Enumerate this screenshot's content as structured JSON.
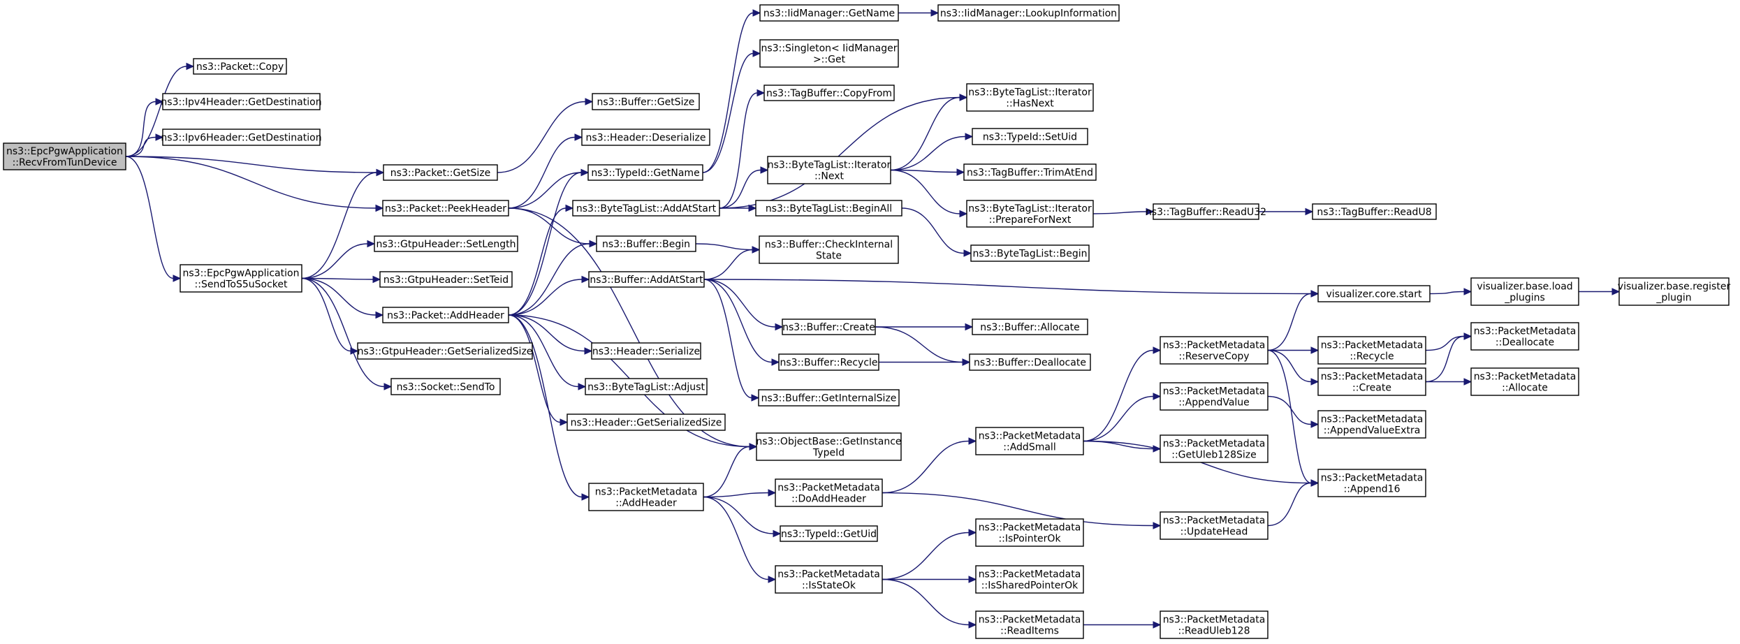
{
  "diagram": {
    "type": "call-graph",
    "root_id": "recv",
    "nodes": [
      {
        "id": "recv",
        "lines": [
          "ns3::EpcPgwApplication",
          "::RecvFromTunDevice"
        ]
      },
      {
        "id": "copy",
        "lines": [
          "ns3::Packet::Copy"
        ]
      },
      {
        "id": "ipv4dest",
        "lines": [
          "ns3::Ipv4Header::GetDestination"
        ]
      },
      {
        "id": "ipv6dest",
        "lines": [
          "ns3::Ipv6Header::GetDestination"
        ]
      },
      {
        "id": "pktsize",
        "lines": [
          "ns3::Packet::GetSize"
        ]
      },
      {
        "id": "peek",
        "lines": [
          "ns3::Packet::PeekHeader"
        ]
      },
      {
        "id": "sendto5u",
        "lines": [
          "ns3::EpcPgwApplication",
          "::SendToS5uSocket"
        ]
      },
      {
        "id": "setlen",
        "lines": [
          "ns3::GtpuHeader::SetLength"
        ]
      },
      {
        "id": "setteid",
        "lines": [
          "ns3::GtpuHeader::SetTeid"
        ]
      },
      {
        "id": "addhdr",
        "lines": [
          "ns3::Packet::AddHeader"
        ]
      },
      {
        "id": "gtpuser",
        "lines": [
          "ns3::GtpuHeader::GetSerializedSize"
        ]
      },
      {
        "id": "sockto",
        "lines": [
          "ns3::Socket::SendTo"
        ]
      },
      {
        "id": "bufsize",
        "lines": [
          "ns3::Buffer::GetSize"
        ]
      },
      {
        "id": "hdrdes",
        "lines": [
          "ns3::Header::Deserialize"
        ]
      },
      {
        "id": "tidname",
        "lines": [
          "ns3::TypeId::GetName"
        ]
      },
      {
        "id": "btladd",
        "lines": [
          "ns3::ByteTagList::AddAtStart"
        ]
      },
      {
        "id": "bufbegin",
        "lines": [
          "ns3::Buffer::Begin"
        ]
      },
      {
        "id": "bufadd",
        "lines": [
          "ns3::Buffer::AddAtStart"
        ]
      },
      {
        "id": "hdrser",
        "lines": [
          "ns3::Header::Serialize"
        ]
      },
      {
        "id": "btladj",
        "lines": [
          "ns3::ByteTagList::Adjust"
        ]
      },
      {
        "id": "hdrsz",
        "lines": [
          "ns3::Header::GetSerializedSize"
        ]
      },
      {
        "id": "pmaddh",
        "lines": [
          "ns3::PacketMetadata",
          "::AddHeader"
        ]
      },
      {
        "id": "iidname",
        "lines": [
          "ns3::IidManager::GetName"
        ]
      },
      {
        "id": "singget",
        "lines": [
          "ns3::Singleton< IidManager",
          " >::Get"
        ]
      },
      {
        "id": "tbcopy",
        "lines": [
          "ns3::TagBuffer::CopyFrom"
        ]
      },
      {
        "id": "btlnext",
        "lines": [
          "ns3::ByteTagList::Iterator",
          "::Next"
        ]
      },
      {
        "id": "btlbeginall",
        "lines": [
          "ns3::ByteTagList::BeginAll"
        ]
      },
      {
        "id": "bufcheck",
        "lines": [
          "ns3::Buffer::CheckInternal",
          "State"
        ]
      },
      {
        "id": "bufcreate",
        "lines": [
          "ns3::Buffer::Create"
        ]
      },
      {
        "id": "bufrecycle",
        "lines": [
          "ns3::Buffer::Recycle"
        ]
      },
      {
        "id": "bufintsz",
        "lines": [
          "ns3::Buffer::GetInternalSize"
        ]
      },
      {
        "id": "objtid",
        "lines": [
          "ns3::ObjectBase::GetInstance",
          "TypeId"
        ]
      },
      {
        "id": "pmdoadd",
        "lines": [
          "ns3::PacketMetadata",
          "::DoAddHeader"
        ]
      },
      {
        "id": "tiduid",
        "lines": [
          "ns3::TypeId::GetUid"
        ]
      },
      {
        "id": "pmstate",
        "lines": [
          "ns3::PacketMetadata",
          "::IsStateOk"
        ]
      },
      {
        "id": "iidlookup",
        "lines": [
          "ns3::IidManager::LookupInformation"
        ]
      },
      {
        "id": "btlhasnext",
        "lines": [
          "ns3::ByteTagList::Iterator",
          "::HasNext"
        ]
      },
      {
        "id": "tidsetuid",
        "lines": [
          "ns3::TypeId::SetUid"
        ]
      },
      {
        "id": "tbtrim",
        "lines": [
          "ns3::TagBuffer::TrimAtEnd"
        ]
      },
      {
        "id": "btlprep",
        "lines": [
          "ns3::ByteTagList::Iterator",
          "::PrepareForNext"
        ]
      },
      {
        "id": "btlbegin",
        "lines": [
          "ns3::ByteTagList::Begin"
        ]
      },
      {
        "id": "bufalloc",
        "lines": [
          "ns3::Buffer::Allocate"
        ]
      },
      {
        "id": "bufdealloc",
        "lines": [
          "ns3::Buffer::Deallocate"
        ]
      },
      {
        "id": "pmaddsmall",
        "lines": [
          "ns3::PacketMetadata",
          "::AddSmall"
        ]
      },
      {
        "id": "pmisptr",
        "lines": [
          "ns3::PacketMetadata",
          "::IsPointerOk"
        ]
      },
      {
        "id": "pmisshared",
        "lines": [
          "ns3::PacketMetadata",
          "::IsSharedPointerOk"
        ]
      },
      {
        "id": "pmreaditems",
        "lines": [
          "ns3::PacketMetadata",
          "::ReadItems"
        ]
      },
      {
        "id": "tbreadu32",
        "lines": [
          "ns3::TagBuffer::ReadU32"
        ]
      },
      {
        "id": "pmreserve",
        "lines": [
          "ns3::PacketMetadata",
          "::ReserveCopy"
        ]
      },
      {
        "id": "pmappval",
        "lines": [
          "ns3::PacketMetadata",
          "::AppendValue"
        ]
      },
      {
        "id": "pmuleb",
        "lines": [
          "ns3::PacketMetadata",
          "::GetUleb128Size"
        ]
      },
      {
        "id": "pmupdate",
        "lines": [
          "ns3::PacketMetadata",
          "::UpdateHead"
        ]
      },
      {
        "id": "pmreadul",
        "lines": [
          "ns3::PacketMetadata",
          "::ReadUleb128"
        ]
      },
      {
        "id": "tbreadu8",
        "lines": [
          "ns3::TagBuffer::ReadU8"
        ]
      },
      {
        "id": "viscore",
        "lines": [
          "visualizer.core.start"
        ]
      },
      {
        "id": "pmrecycle",
        "lines": [
          "ns3::PacketMetadata",
          "::Recycle"
        ]
      },
      {
        "id": "pmcreate",
        "lines": [
          "ns3::PacketMetadata",
          "::Create"
        ]
      },
      {
        "id": "pmappextra",
        "lines": [
          "ns3::PacketMetadata",
          "::AppendValueExtra"
        ]
      },
      {
        "id": "pmapp16",
        "lines": [
          "ns3::PacketMetadata",
          "::Append16"
        ]
      },
      {
        "id": "visload",
        "lines": [
          "visualizer.base.load",
          "_plugins"
        ]
      },
      {
        "id": "pmdealloc",
        "lines": [
          "ns3::PacketMetadata",
          "::Deallocate"
        ]
      },
      {
        "id": "pmalloc",
        "lines": [
          "ns3::PacketMetadata",
          "::Allocate"
        ]
      },
      {
        "id": "visreg",
        "lines": [
          "visualizer.base.register",
          "_plugin"
        ]
      }
    ],
    "edges": [
      [
        "recv",
        "copy"
      ],
      [
        "recv",
        "ipv4dest"
      ],
      [
        "recv",
        "ipv6dest"
      ],
      [
        "recv",
        "pktsize"
      ],
      [
        "recv",
        "peek"
      ],
      [
        "recv",
        "sendto5u"
      ],
      [
        "sendto5u",
        "pktsize"
      ],
      [
        "sendto5u",
        "setlen"
      ],
      [
        "sendto5u",
        "setteid"
      ],
      [
        "sendto5u",
        "addhdr"
      ],
      [
        "sendto5u",
        "gtpuser"
      ],
      [
        "sendto5u",
        "sockto"
      ],
      [
        "pktsize",
        "bufsize"
      ],
      [
        "peek",
        "hdrdes"
      ],
      [
        "peek",
        "tidname"
      ],
      [
        "peek",
        "bufbegin"
      ],
      [
        "peek",
        "objtid"
      ],
      [
        "addhdr",
        "tidname"
      ],
      [
        "addhdr",
        "btladd"
      ],
      [
        "addhdr",
        "bufbegin"
      ],
      [
        "addhdr",
        "bufadd"
      ],
      [
        "addhdr",
        "hdrser"
      ],
      [
        "addhdr",
        "btladj"
      ],
      [
        "addhdr",
        "hdrsz"
      ],
      [
        "addhdr",
        "pmaddh"
      ],
      [
        "addhdr",
        "objtid"
      ],
      [
        "tidname",
        "iidname"
      ],
      [
        "tidname",
        "singget"
      ],
      [
        "iidname",
        "iidlookup"
      ],
      [
        "btladd",
        "tbcopy"
      ],
      [
        "btladd",
        "btlhasnext"
      ],
      [
        "btladd",
        "btlnext"
      ],
      [
        "btladd",
        "btlbeginall"
      ],
      [
        "btlnext",
        "btlhasnext"
      ],
      [
        "btlnext",
        "tidsetuid"
      ],
      [
        "btlnext",
        "tbtrim"
      ],
      [
        "btlnext",
        "btlprep"
      ],
      [
        "btlprep",
        "tbreadu32"
      ],
      [
        "tbreadu32",
        "tbreadu8"
      ],
      [
        "btlbeginall",
        "btlbegin"
      ],
      [
        "bufbegin",
        "bufcheck"
      ],
      [
        "bufadd",
        "bufcheck"
      ],
      [
        "bufadd",
        "bufcreate"
      ],
      [
        "bufadd",
        "bufrecycle"
      ],
      [
        "bufadd",
        "bufintsz"
      ],
      [
        "bufadd",
        "viscore"
      ],
      [
        "bufcreate",
        "bufalloc"
      ],
      [
        "bufcreate",
        "bufdealloc"
      ],
      [
        "bufrecycle",
        "bufdealloc"
      ],
      [
        "pmaddh",
        "objtid"
      ],
      [
        "pmaddh",
        "pmdoadd"
      ],
      [
        "pmaddh",
        "tiduid"
      ],
      [
        "pmaddh",
        "pmstate"
      ],
      [
        "pmdoadd",
        "pmaddsmall"
      ],
      [
        "pmdoadd",
        "pmupdate"
      ],
      [
        "pmaddsmall",
        "pmreserve"
      ],
      [
        "pmaddsmall",
        "pmappval"
      ],
      [
        "pmaddsmall",
        "pmuleb"
      ],
      [
        "pmaddsmall",
        "pmapp16"
      ],
      [
        "pmreserve",
        "viscore"
      ],
      [
        "pmreserve",
        "pmrecycle"
      ],
      [
        "pmreserve",
        "pmcreate"
      ],
      [
        "pmreserve",
        "pmapp16"
      ],
      [
        "pmrecycle",
        "pmdealloc"
      ],
      [
        "pmcreate",
        "pmdealloc"
      ],
      [
        "pmcreate",
        "pmalloc"
      ],
      [
        "pmappval",
        "pmappextra"
      ],
      [
        "pmupdate",
        "pmapp16"
      ],
      [
        "pmstate",
        "pmisptr"
      ],
      [
        "pmstate",
        "pmisshared"
      ],
      [
        "pmstate",
        "pmreaditems"
      ],
      [
        "pmreaditems",
        "pmreadul"
      ],
      [
        "viscore",
        "visload"
      ],
      [
        "visload",
        "visreg"
      ]
    ]
  }
}
